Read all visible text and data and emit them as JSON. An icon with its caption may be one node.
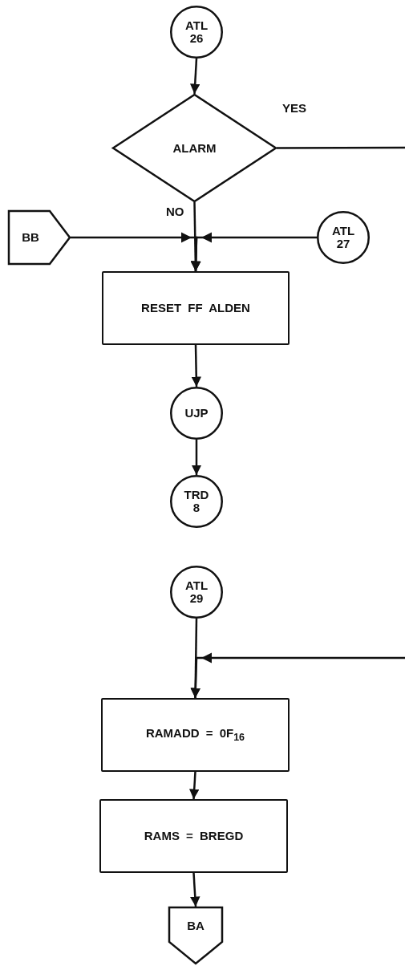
{
  "diagram": {
    "nodes": [
      {
        "text": [
          "ATL 26"
        ]
      },
      {
        "text": [
          "ALARM"
        ]
      },
      {
        "text": [
          "BB"
        ]
      },
      {
        "text": [
          "ATL 27"
        ]
      },
      {
        "text": [
          "RESET FF ALDEN"
        ]
      },
      {
        "text": [
          "UJP"
        ]
      },
      {
        "text": [
          "TRD 8"
        ]
      },
      {
        "text": [
          "ATL 29"
        ]
      },
      {
        "text": [
          "RAMADD = 0F$_{16}$"
        ]
      },
      {
        "text": [
          "RAMS = BREGD"
        ]
      },
      {
        "text": [
          "BA"
        ]
      }
    ],
    "edges": [
      {
        "from": 0,
        "to": 1,
        "arrow": "to"
      },
      {
        "from": 1,
        "to": 4,
        "arrow": "to",
        "label": "NO"
      },
      {
        "from": 2,
        "to": 4,
        "arrow": "to"
      },
      {
        "from": 3,
        "to": 4,
        "arrow": "to"
      },
      {
        "from": 1,
        "to": null,
        "arrow": "none",
        "label": "YES"
      },
      {
        "from": 4,
        "to": 5,
        "arrow": "to"
      },
      {
        "from": 5,
        "to": 6,
        "arrow": "to"
      },
      {
        "from": 7,
        "to": 8,
        "arrow": "to"
      },
      {
        "from": null,
        "to": 8,
        "arrow": "to"
      },
      {
        "from": 8,
        "to": 9,
        "arrow": "to"
      },
      {
        "from": 9,
        "to": 10,
        "arrow": "to"
      }
    ]
  }
}
